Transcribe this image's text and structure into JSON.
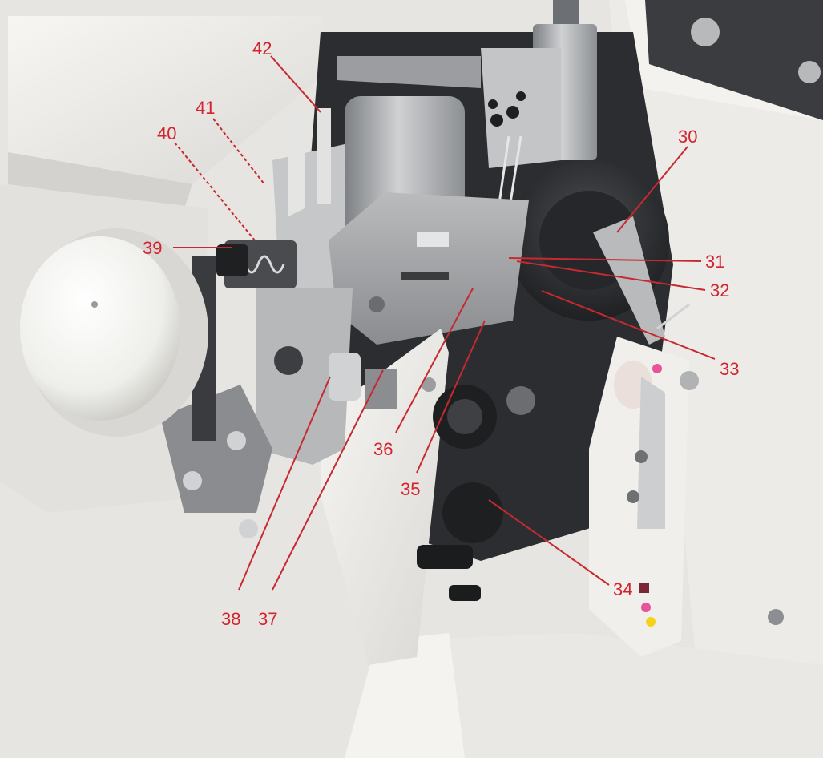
{
  "photo": {
    "subject": "overlocker-open-looper-area",
    "colors": {
      "frame": "#b9d8e8",
      "body": "#ecebe7",
      "metal": "#a7a9ab",
      "dark": "#2c2d30",
      "callout": "#d4232f",
      "dot_pink": "#e8549a",
      "dot_yellow": "#f3d31c",
      "dot_maroon": "#7a2838"
    }
  },
  "callouts": [
    {
      "id": "30",
      "label": "30"
    },
    {
      "id": "31",
      "label": "31"
    },
    {
      "id": "32",
      "label": "32"
    },
    {
      "id": "33",
      "label": "33"
    },
    {
      "id": "34",
      "label": "34"
    },
    {
      "id": "35",
      "label": "35"
    },
    {
      "id": "36",
      "label": "36"
    },
    {
      "id": "37",
      "label": "37"
    },
    {
      "id": "38",
      "label": "38"
    },
    {
      "id": "39",
      "label": "39"
    },
    {
      "id": "40",
      "label": "40"
    },
    {
      "id": "41",
      "label": "41"
    },
    {
      "id": "42",
      "label": "42"
    }
  ]
}
